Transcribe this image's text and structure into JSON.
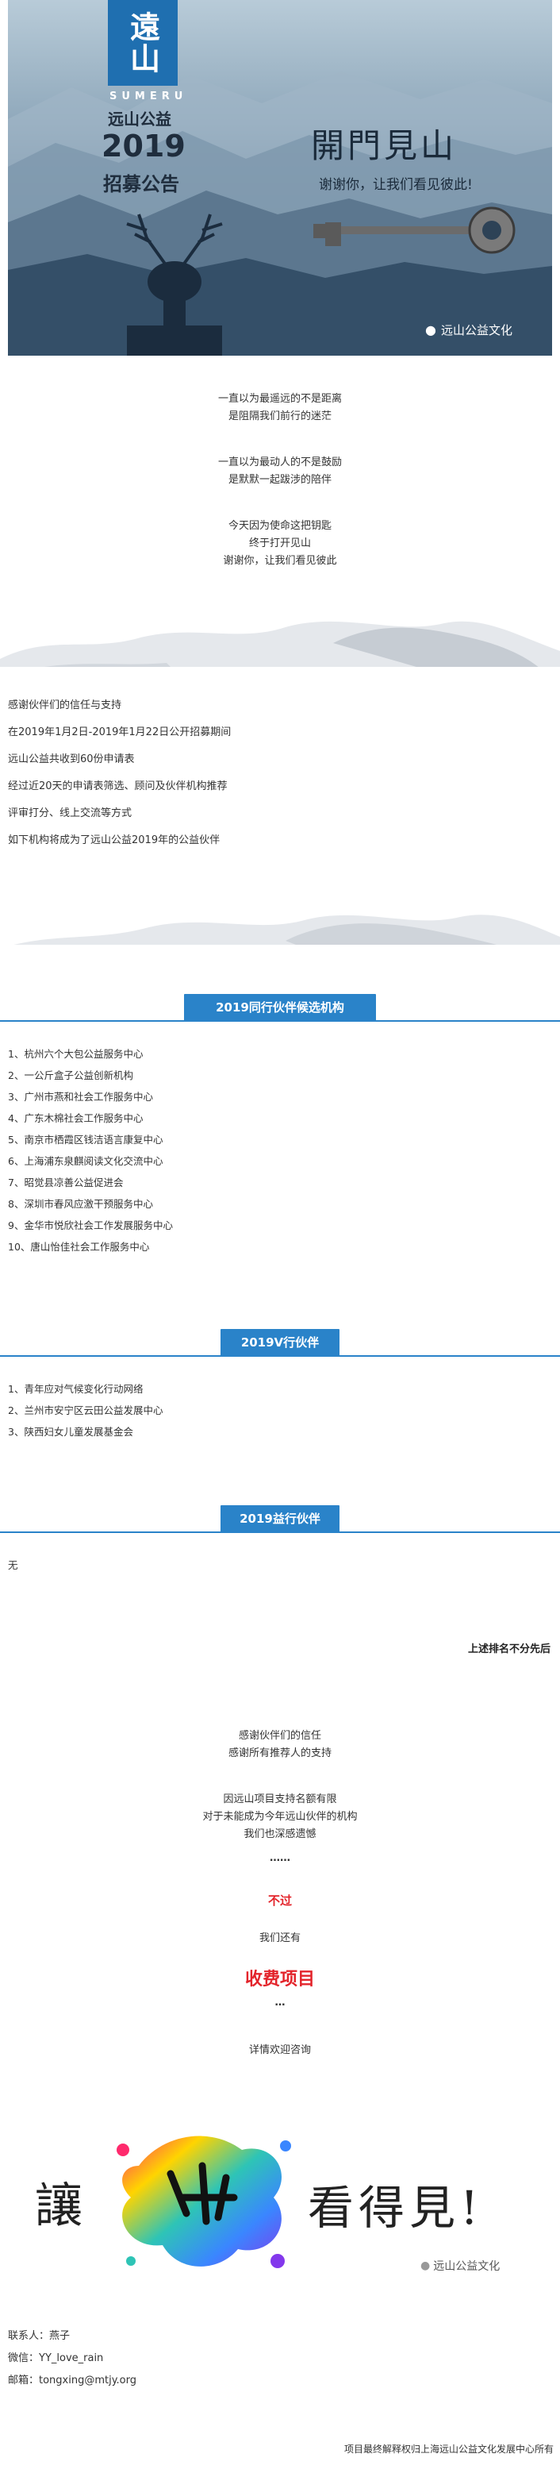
{
  "banner": {
    "logo_char": "遠山",
    "subtitle_en": "SUMERU",
    "subtitle_cn": "远山公益",
    "year": "2019",
    "announce": "招募公告",
    "headline": "開門見山",
    "tagline": "谢谢你，让我们看见彼此!",
    "brand_badge": "远山公益文化"
  },
  "poem": {
    "lines1": [
      "一直以为最遥远的不是距离",
      "是阻隔我们前行的迷茫"
    ],
    "lines2": [
      "一直以为最动人的不是鼓励",
      "是默默一起跋涉的陪伴"
    ],
    "lines3": [
      "今天因为使命这把钥匙",
      "终于打开见山",
      "谢谢你，让我们看见彼此"
    ]
  },
  "intro": {
    "lines": [
      "感谢伙伴们的信任与支持",
      "在2019年1月2日-2019年1月22日公开招募期间",
      "远山公益共收到60份申请表",
      "经过近20天的申请表筛选、顾问及伙伴机构推荐",
      "评审打分、线上交流等方式",
      "如下机构将成为了远山公益2019年的公益伙伴"
    ]
  },
  "section1": {
    "title": "2019同行伙伴候选机构",
    "items": [
      "1、杭州六个大包公益服务中心",
      "2、一公斤盒子公益创新机构",
      "3、广州市燕和社会工作服务中心",
      "4、广东木棉社会工作服务中心",
      "5、南京市栖霞区钱洁语言康复中心",
      "6、上海浦东泉麒阅读文化交流中心",
      "7、昭觉县凉善公益促进会",
      "8、深圳市春风应激干预服务中心",
      "9、金华市悦欣社会工作发展服务中心",
      "10、唐山怡佳社会工作服务中心"
    ]
  },
  "section2": {
    "title": "2019V行伙伴",
    "items": [
      "1、青年应对气候变化行动网络",
      "2、兰州市安宁区云田公益发展中心",
      "3、陕西妇女儿童发展基金会"
    ]
  },
  "section3": {
    "title": "2019益行伙伴",
    "items": [
      "无"
    ]
  },
  "order_note": "上述排名不分先后",
  "thanks": {
    "a": [
      "感谢伙伴们的信任",
      "感谢所有推荐人的支持"
    ],
    "b": [
      "因远山项目支持名额有限",
      "对于未能成为今年远山伙伴的机构",
      "我们也深感遗憾"
    ],
    "dots1": "……",
    "however": "不过",
    "we_have": "我们还有",
    "paid": "收费项目",
    "dots2": "…",
    "consult": "详情欢迎咨询"
  },
  "slogan": {
    "left": "讓",
    "right": "看得見!",
    "badge": "远山公益文化"
  },
  "contact": {
    "person": "联系人：燕子",
    "wechat": "微信：YY_love_rain",
    "email": "邮箱：tongxing@mtjy.org"
  },
  "footer_note": "项目最终解释权归上海远山公益文化发展中心所有",
  "colors": {
    "accent": "#2a83c9",
    "highlight_red": "#e3242b"
  }
}
